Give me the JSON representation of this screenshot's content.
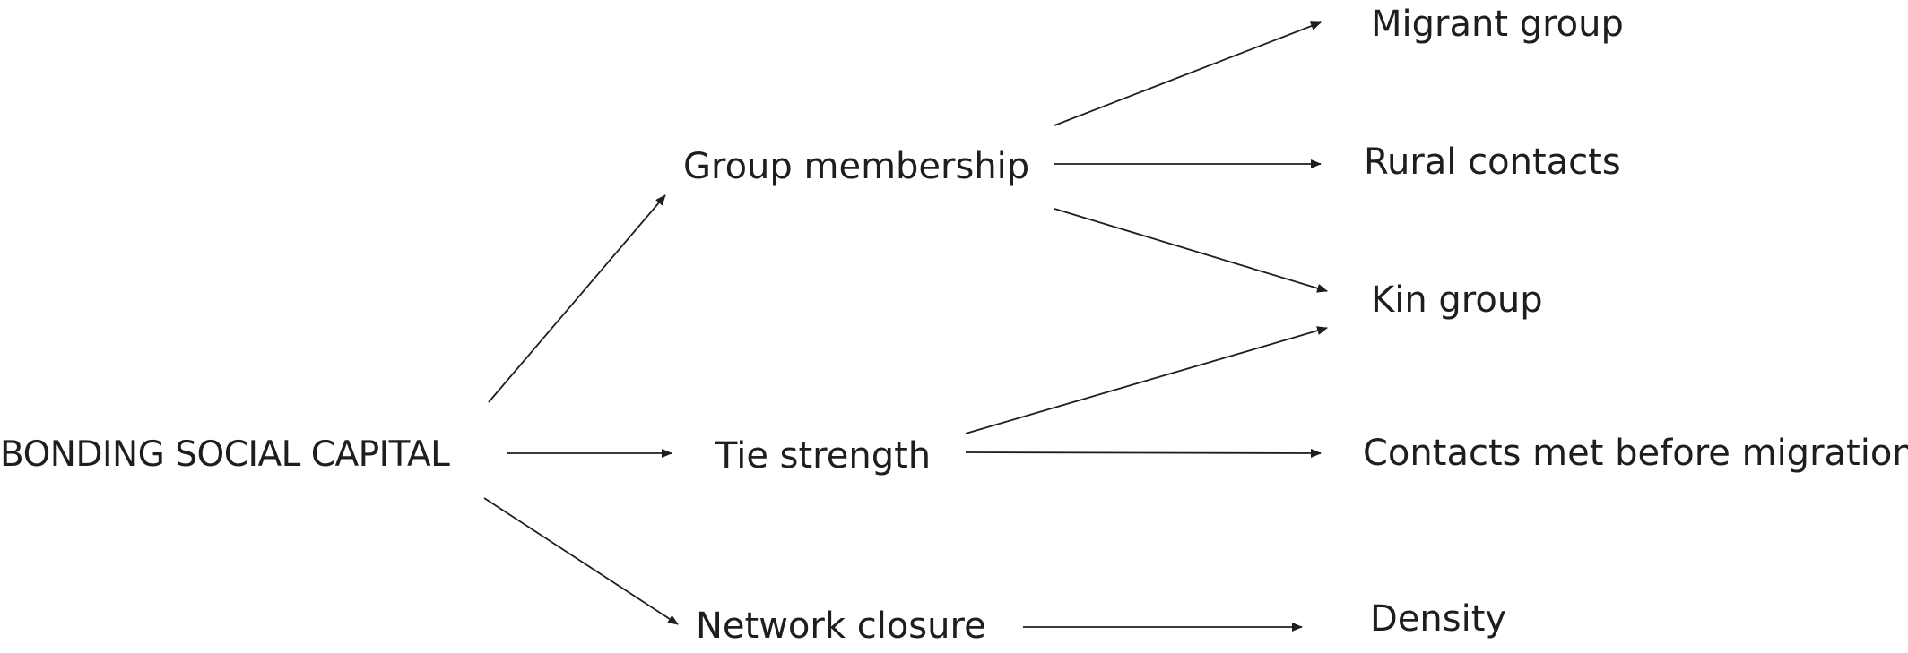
{
  "root": {
    "label": "BONDING SOCIAL CAPITAL"
  },
  "dimensions": [
    {
      "id": "group",
      "label": "Group membership"
    },
    {
      "id": "tie",
      "label": "Tie strength"
    },
    {
      "id": "closure",
      "label": "Network closure"
    }
  ],
  "indicators": [
    {
      "id": "migrant",
      "label": "Migrant group"
    },
    {
      "id": "rural",
      "label": "Rural contacts"
    },
    {
      "id": "kin",
      "label": "Kin group"
    },
    {
      "id": "contacts",
      "label": "Contacts met before migration"
    },
    {
      "id": "density",
      "label": "Density"
    }
  ],
  "style": {
    "line_color": "#1e1e1e",
    "background": "#ffffff"
  }
}
